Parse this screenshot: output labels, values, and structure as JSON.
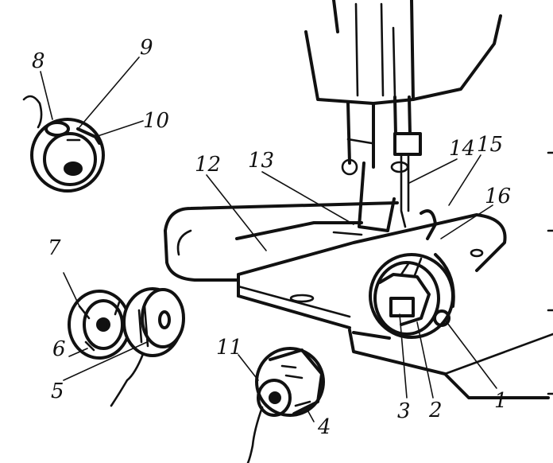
{
  "labels": [
    "1",
    "2",
    "3",
    "4",
    "5",
    "6",
    "7",
    "8",
    "9",
    "10",
    "11",
    "12",
    "13",
    "14",
    "15",
    "16"
  ]
}
